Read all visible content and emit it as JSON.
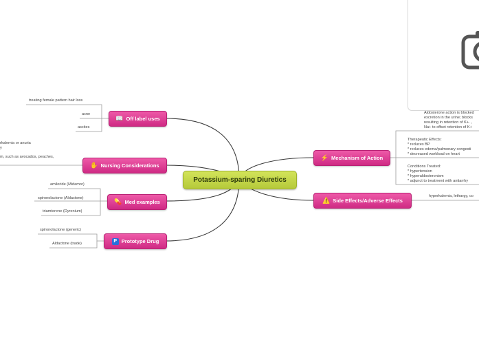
{
  "central": {
    "label": "Potassium-sparing Diuretics"
  },
  "branches": {
    "off_label": {
      "label": "Off label uses",
      "icon": "book-icon",
      "leaves": [
        "treating female pattern hair loss",
        "acne",
        "ascites"
      ]
    },
    "nursing": {
      "label": "Nursing Considerations",
      "icon": "hand-icon",
      "leaves": [
        "rkalemia or anuria",
        "y",
        "m, such as avocados, peaches,"
      ]
    },
    "med_examples": {
      "label": "Med examples",
      "icon": "pill-icon",
      "leaves": [
        "amiloride (Midamor)",
        "spironolactone (Aldactone)",
        "triamterene (Dyrenium)"
      ]
    },
    "prototype": {
      "label": "Prototype Drug",
      "icon": "p-badge-icon",
      "badge": "P",
      "leaves": [
        "spironolactone (generic)",
        "Aldactone (trade)"
      ]
    },
    "mechanism": {
      "label": "Mechanism of Action",
      "icon": "lightning-icon",
      "leaf1": [
        "Aldosterone action is blocked",
        "excretion in the urine; blocks",
        "resulting in retention of K+. ,",
        "Na+ to offset retention of K+"
      ],
      "leaf2": [
        "Therapeutic Effects:",
        "* reduces BP",
        "* reduces edema/pulmonary congesti",
        "* decreased workload on heart"
      ],
      "leaf3": [
        "Conditions Treated:",
        "* hypertension",
        "* hyperaldosteronism",
        "* adjunct to treatment with antiarrhy"
      ]
    },
    "side_effects": {
      "label": "Side Effects/Adverse Effects",
      "icon": "warning-icon",
      "leaves": [
        "hyperkalemia, lethargy, co"
      ]
    }
  },
  "colors": {
    "branch": "#d93a90",
    "central": "#c4d64a",
    "line": "#333333",
    "leaf_line": "#9a9a9a"
  }
}
